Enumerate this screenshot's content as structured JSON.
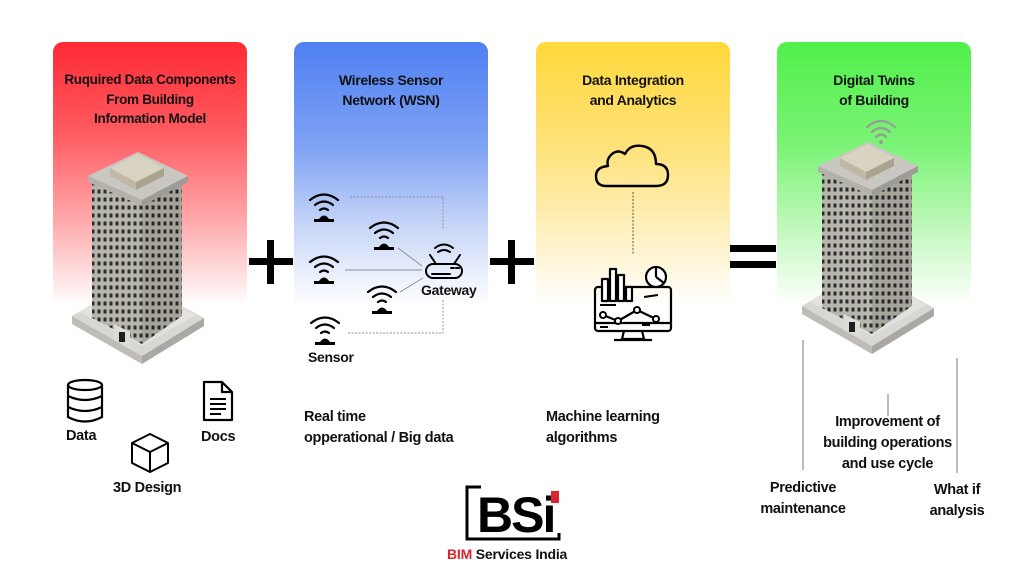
{
  "cards": [
    {
      "title_lines": [
        "Ruquired Data Components",
        "From Building",
        "Information Model"
      ],
      "color": "#ff2a35"
    },
    {
      "title_lines": [
        "Wireless Sensor",
        "Network (WSN)"
      ],
      "color": "#4f80f2"
    },
    {
      "title_lines": [
        "Data Integration",
        "and Analytics"
      ],
      "color": "#ffd83a"
    },
    {
      "title_lines": [
        "Digital Twins",
        "of Building"
      ],
      "color": "#50f04a"
    }
  ],
  "operators": {
    "plus1": "+",
    "plus2": "+",
    "equals": "="
  },
  "bim_components": {
    "data": "Data",
    "docs": "Docs",
    "design": "3D Design"
  },
  "wsn": {
    "gateway_label": "Gateway",
    "sensor_label": "Sensor",
    "description_lines": [
      "Real time",
      "opperational / Big data"
    ]
  },
  "analytics": {
    "description_lines": [
      "Machine learning",
      "algorithms"
    ]
  },
  "digital_twin": {
    "improvement_lines": [
      "Improvement of",
      "building operations",
      "and use cycle"
    ],
    "predictive_lines": [
      "Predictive",
      "maintenance"
    ],
    "whatif_lines": [
      "What if",
      "analysis"
    ]
  },
  "logo": {
    "mark": "BSi",
    "brand_red": "BIM",
    "brand_rest": " Services India",
    "accent": "#d9242b"
  }
}
